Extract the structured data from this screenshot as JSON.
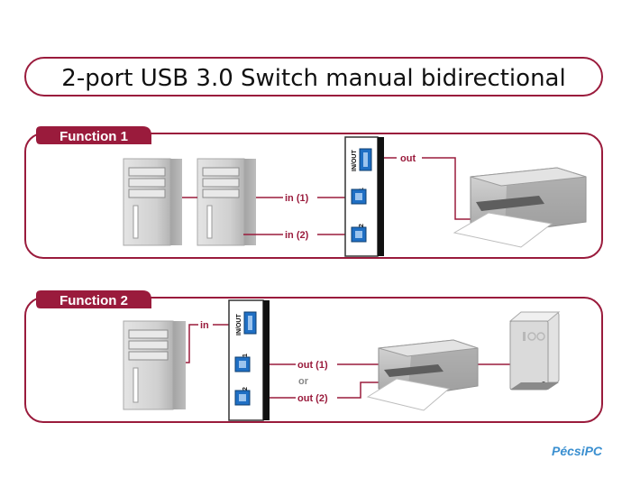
{
  "title": "2-port USB 3.0 Switch manual bidirectional",
  "function1": {
    "tab": "Function 1",
    "in1": "in (1)",
    "in2": "in (2)",
    "out": "out",
    "port_top_label": "IN/OUT",
    "port1": "1",
    "port2": "2"
  },
  "function2": {
    "tab": "Function 2",
    "in": "in",
    "out1": "out (1)",
    "or": "or",
    "out2": "out (2)",
    "port_top_label": "IN/OUT",
    "port1": "1",
    "port2": "2"
  },
  "watermark": {
    "brand": "PécsiPC"
  },
  "colors": {
    "accent": "#9a1b3c",
    "usb_blue": "#1f6fc4",
    "device_grey": "#c9c9c9"
  }
}
